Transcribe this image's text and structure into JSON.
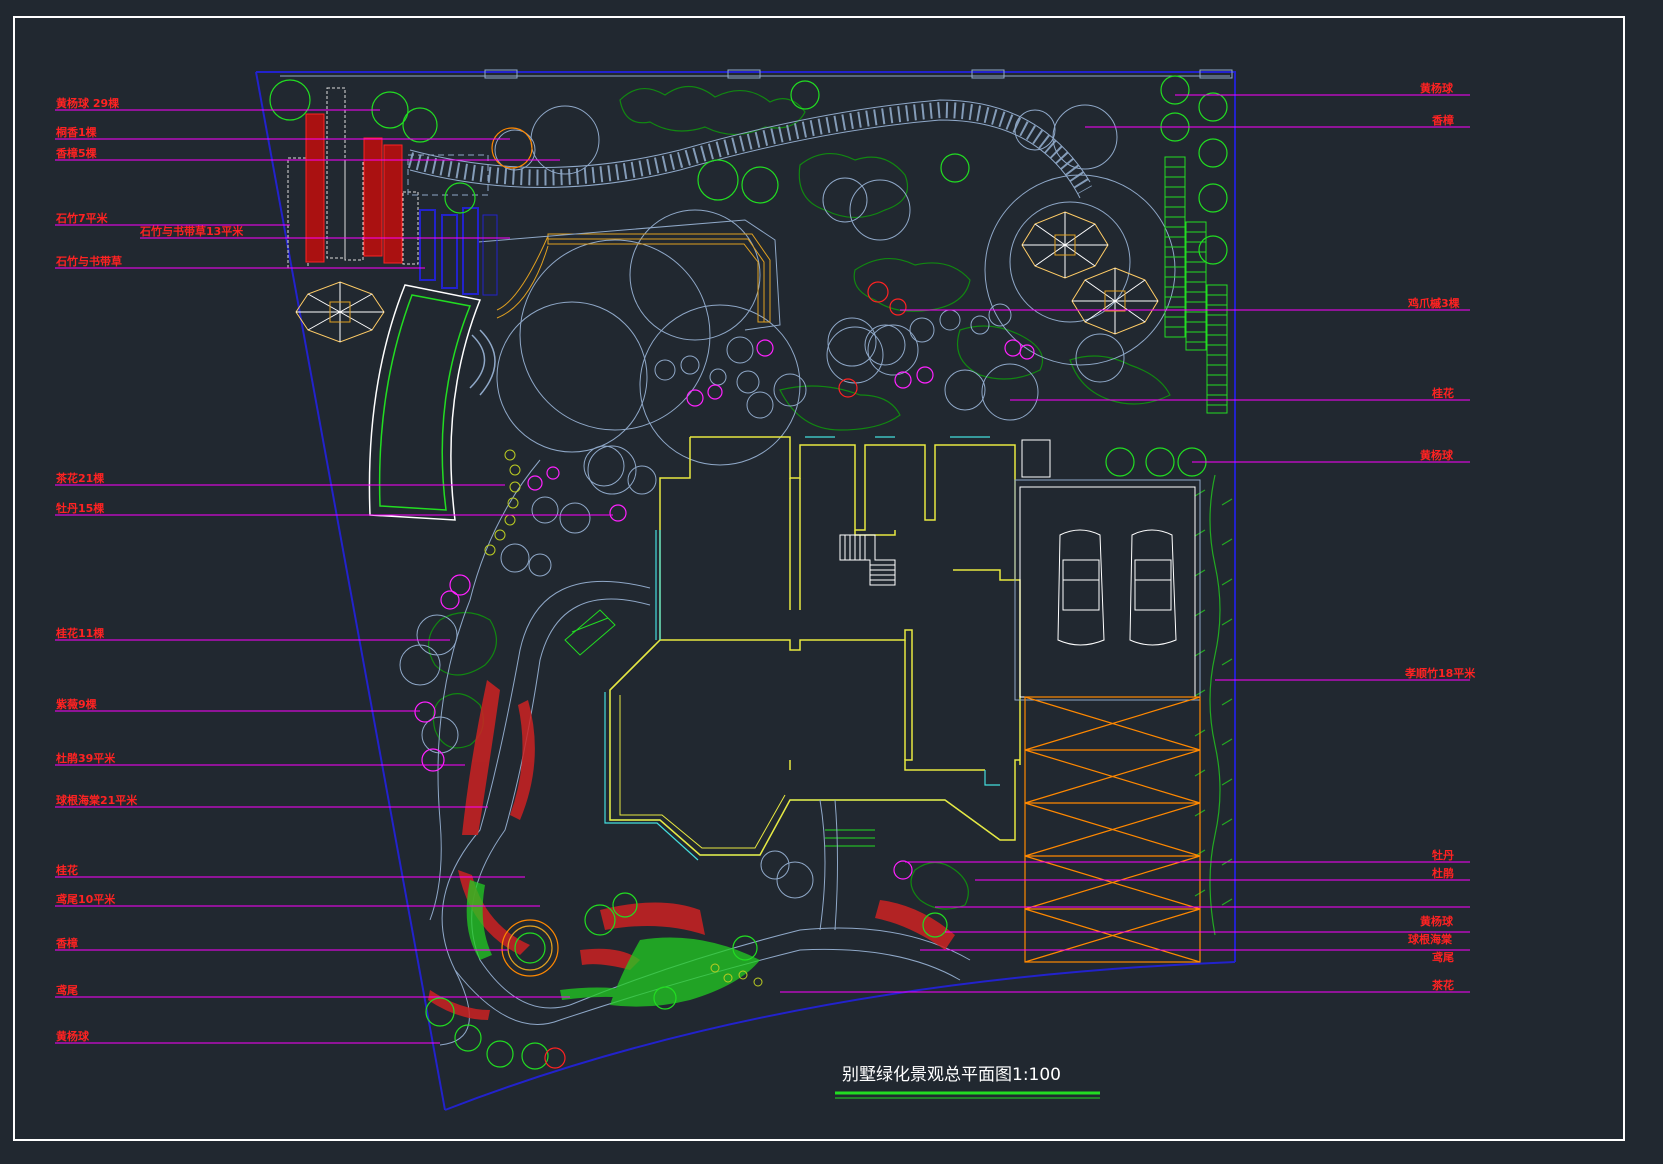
{
  "drawing": {
    "title": "别墅绿化景观总平面图1:100",
    "colors": {
      "background": "#212830",
      "frame": "#ffffff",
      "boundary": "#2222cc",
      "leader": "#ff00ff",
      "label": "#ff2222",
      "building": "#e8e840",
      "path": "#8fa8c8",
      "tree_green": "#22dd22",
      "shrub": "#118811",
      "flower_red": "#ff2222",
      "flower_magenta": "#ff22ff",
      "garage": "#ff8800",
      "white": "#ffffff",
      "cyan": "#44dddd",
      "title_underline": "#22dd22"
    },
    "labels_left": [
      "黄杨球 29棵",
      "桐香1棵",
      "香樟5棵",
      "石竹7平米",
      "石竹与书带草13平米",
      "石竹与书带草",
      "茶花21棵",
      "牡丹15棵",
      "桂花11棵",
      "紫薇9棵",
      "杜鹃39平米",
      "球根海棠21平米",
      "桂花",
      "鸢尾10平米",
      "香樟",
      "鸢尾",
      "黄杨球"
    ],
    "labels_right": [
      "黄杨球",
      "香樟",
      "鸡爪槭3棵",
      "桂花",
      "黄杨球",
      "孝顺竹18平米",
      "牡丹",
      "杜鹃",
      "黄杨球",
      "球根海棠",
      "鸢尾",
      "茶花"
    ]
  }
}
